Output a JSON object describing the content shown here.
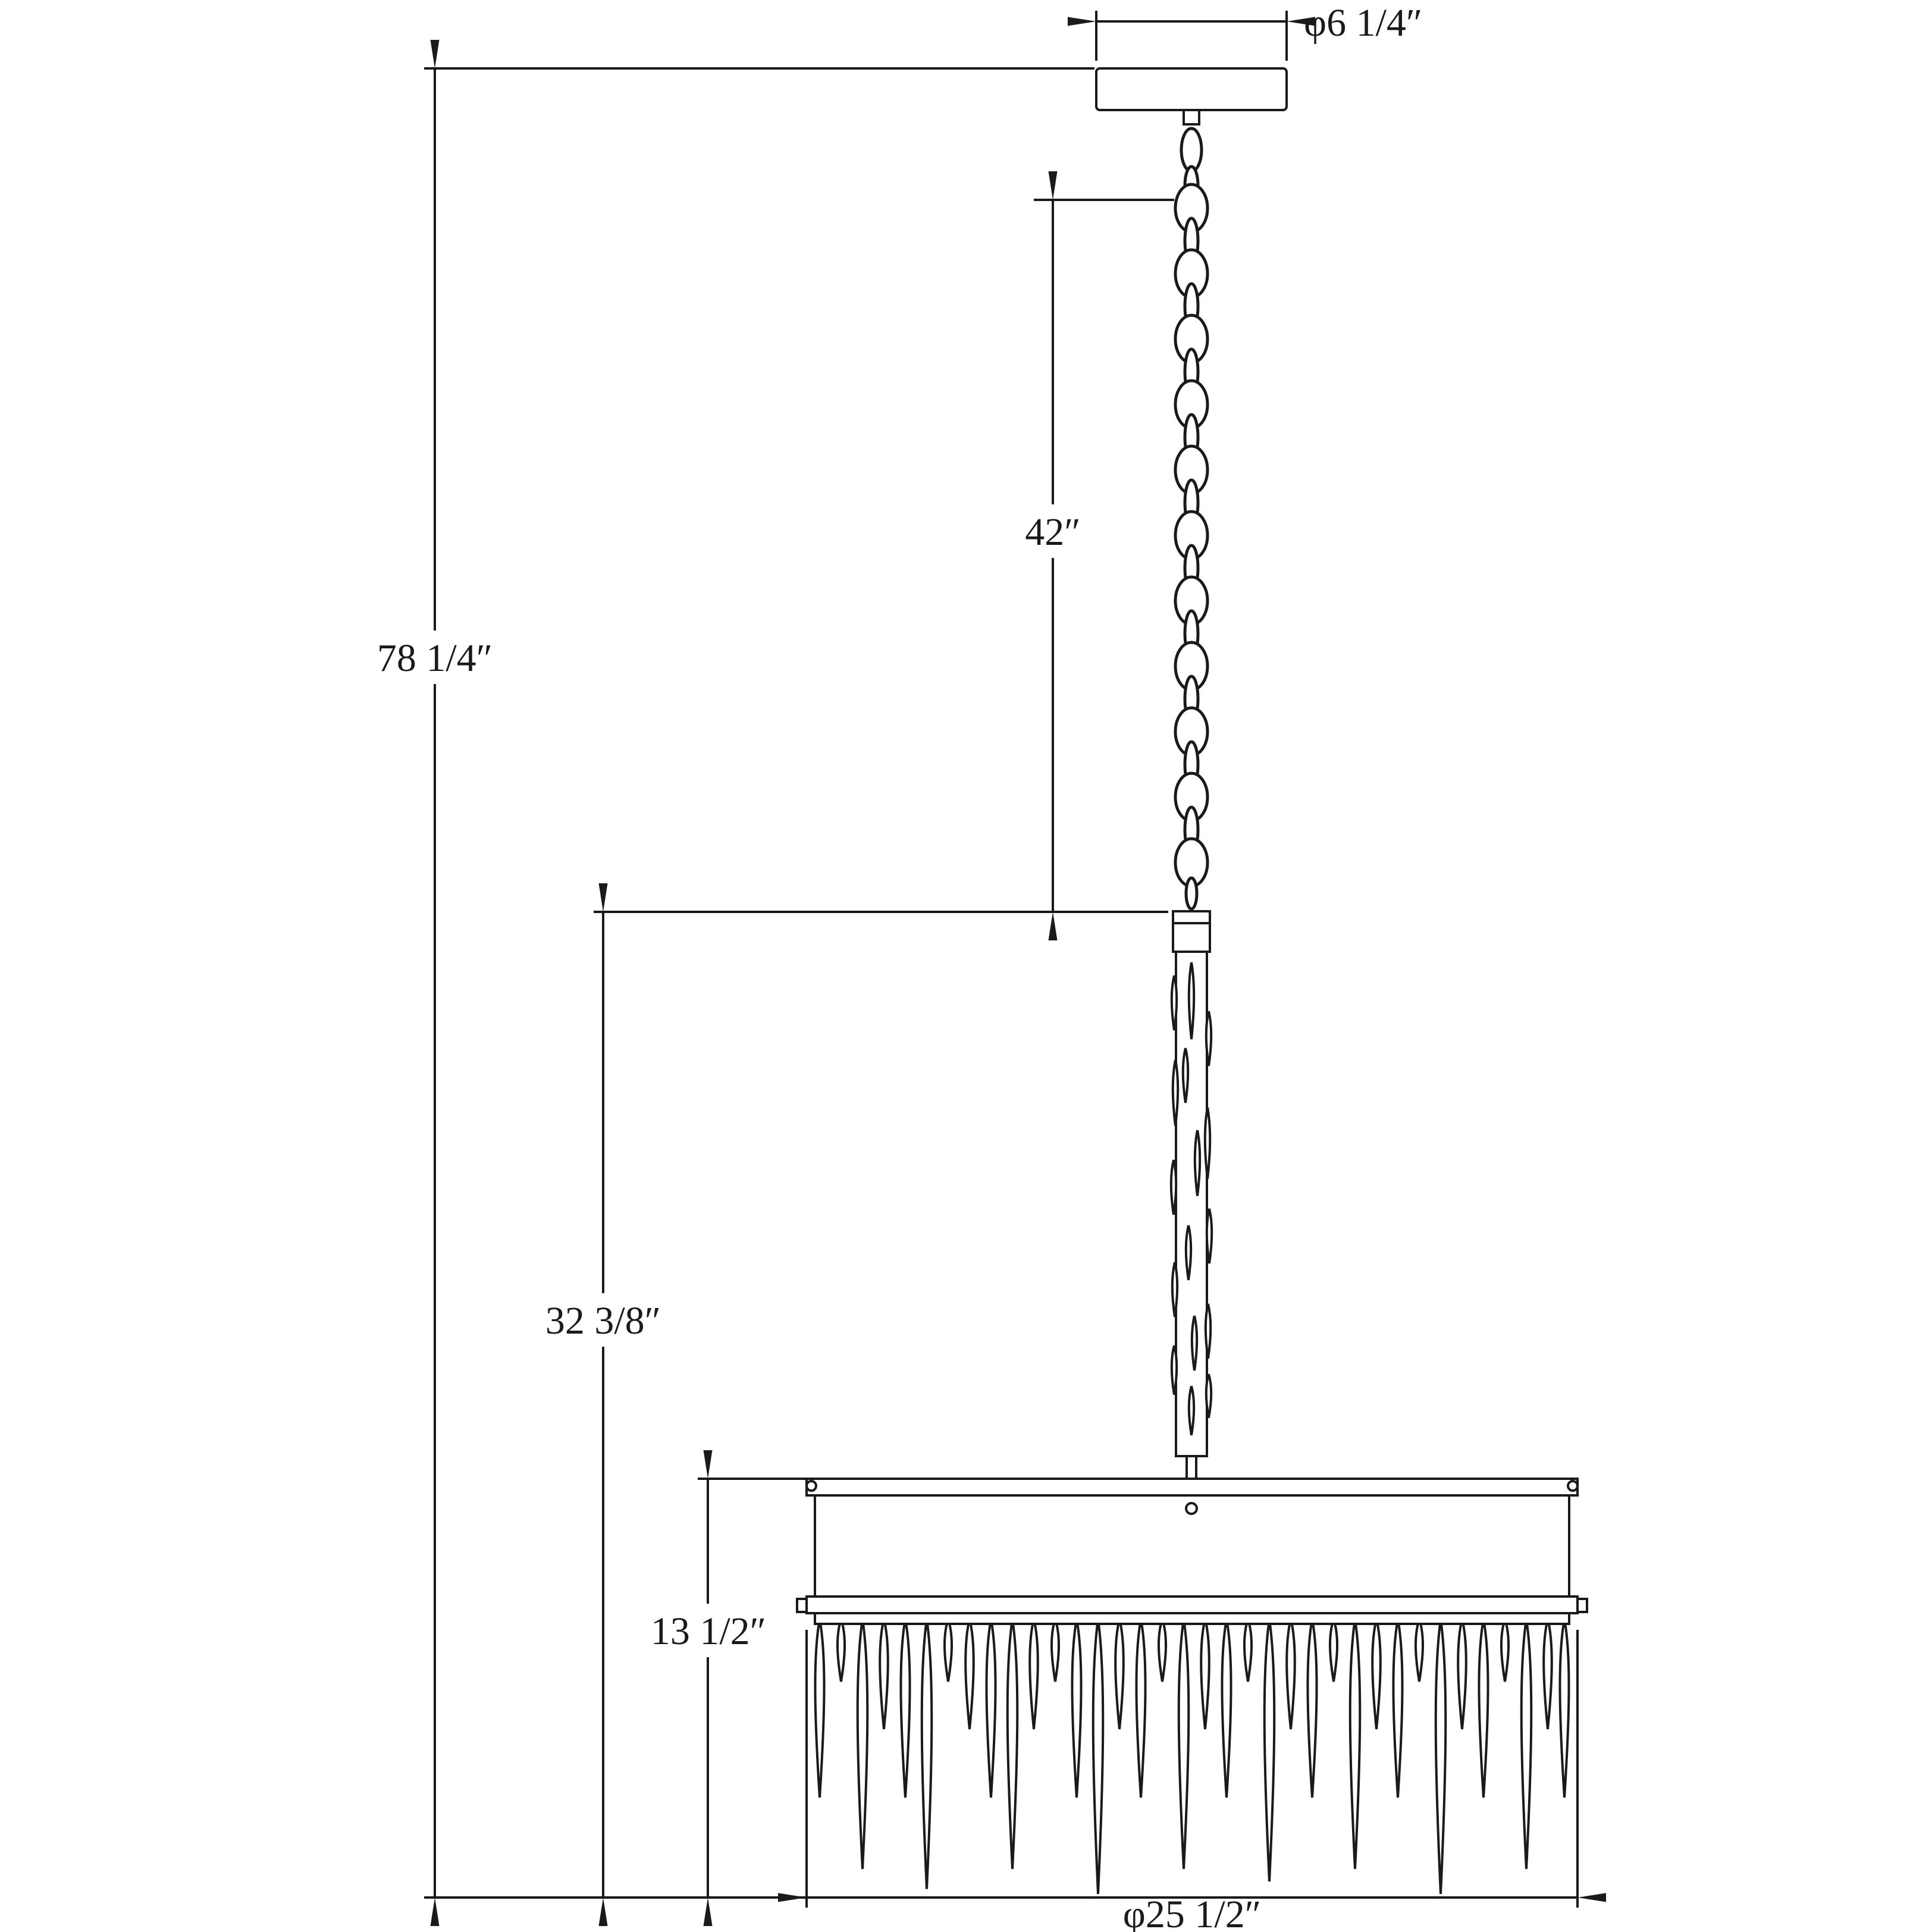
{
  "drawing": {
    "labels": {
      "canopy_diameter": "φ6 1/4″",
      "chain_length": "42″",
      "overall_height": "78 1/4″",
      "fixture_height": "32 3/8″",
      "shade_height": "13 1/2″",
      "shade_diameter": "φ25 1/2″"
    },
    "colors": {
      "line": "#1a1a1a",
      "background": "#ffffff"
    }
  }
}
